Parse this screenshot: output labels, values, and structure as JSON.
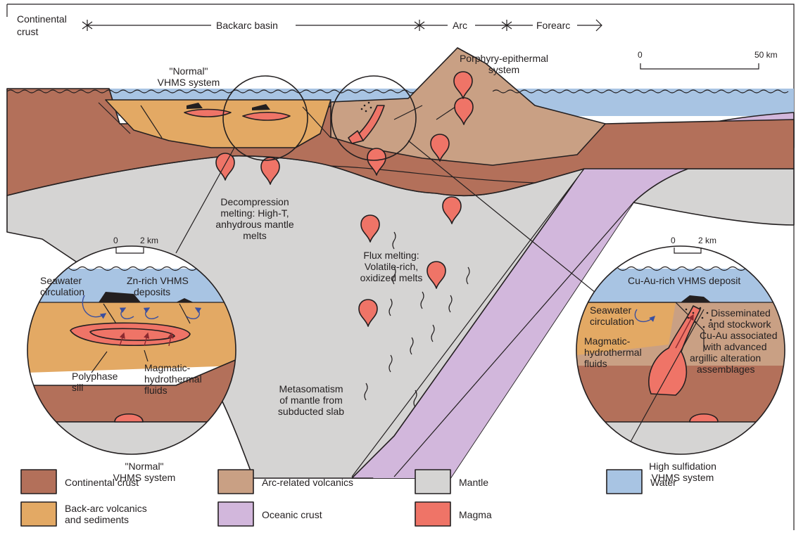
{
  "colors": {
    "continental_crust": "#b3705a",
    "backarc_volcanics": "#e3a964",
    "arc_volcanics": "#c9a084",
    "mantle": "#d5d4d3",
    "oceanic_crust": "#d2b7dc",
    "magma": "#ef7467",
    "water": "#a8c4e3",
    "deposit": "#231f20"
  },
  "header": {
    "continental_crust": [
      "Continental",
      "crust"
    ],
    "backarc_basin": "Backarc basin",
    "arc": "Arc",
    "forearc": "Forearc"
  },
  "scale_main": {
    "zero": "0",
    "max": "50 km"
  },
  "scale_inset": {
    "zero": "0",
    "max": "2 km"
  },
  "labels": {
    "normal_vhms_top": [
      "\"Normal\"",
      "VHMS system"
    ],
    "porphyry": [
      "Porphyry-epithermal",
      "system"
    ],
    "decompression": [
      "Decompression",
      "melting: High-T,",
      "anhydrous mantle",
      "melts"
    ],
    "flux": [
      "Flux melting:",
      "Volatile-rich,",
      "oxidized melts"
    ],
    "metasomatism": [
      "Metasomatism",
      "of mantle from",
      "subducted slab"
    ],
    "normal_vhms_bottom": [
      "\"Normal\"",
      "VHMS system"
    ],
    "high_sulfidation": [
      "High sulfidation",
      "VHMS system"
    ]
  },
  "left_inset": {
    "seawater": [
      "Seawater",
      "circulation"
    ],
    "zn_deposits": [
      "Zn-rich VHMS",
      "deposits"
    ],
    "magmatic": [
      "Magmatic-",
      "hydrothermal",
      "fluids"
    ],
    "polyphase": [
      "Polyphase",
      "sill"
    ]
  },
  "right_inset": {
    "title": "Cu-Au-rich VHMS deposit",
    "seawater": [
      "Seawater",
      "circulation"
    ],
    "magmatic": [
      "Magmatic-",
      "hydrothermal",
      "fluids"
    ],
    "disseminated": [
      "Disseminated",
      "and stockwork",
      "Cu-Au associated",
      "with advanced",
      "argillic alteration",
      "assemblages"
    ]
  },
  "legend": [
    {
      "label": [
        "Continental crust"
      ],
      "color": "#b3705a"
    },
    {
      "label": [
        "Back-arc volcanics",
        "and sediments"
      ],
      "color": "#e3a964"
    },
    {
      "label": [
        "Arc-related volcanics"
      ],
      "color": "#c9a084"
    },
    {
      "label": [
        "Oceanic crust"
      ],
      "color": "#d2b7dc"
    },
    {
      "label": [
        "Mantle"
      ],
      "color": "#d5d4d3"
    },
    {
      "label": [
        "Magma"
      ],
      "color": "#ef7467"
    },
    {
      "label": [
        "Water"
      ],
      "color": "#a8c4e3"
    }
  ]
}
